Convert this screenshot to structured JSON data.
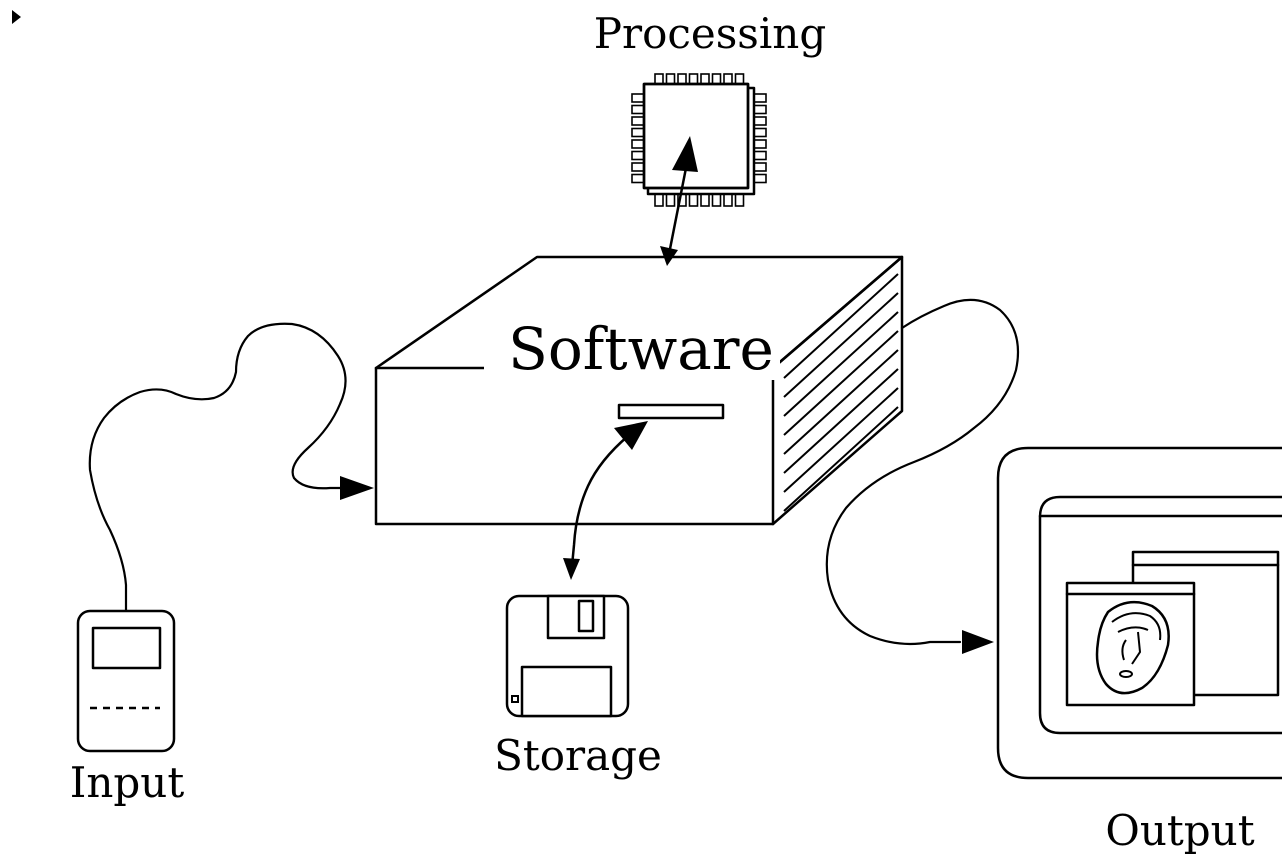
{
  "diagram": {
    "labels": {
      "processing": "Processing",
      "software": "Software",
      "storage": "Storage",
      "input": "Input",
      "output": "Output"
    },
    "icons": [
      "bullet-triangle-icon",
      "cpu-chip-icon",
      "computer-box-icon",
      "floppy-disk-icon",
      "handheld-device-icon",
      "monitor-window-icon",
      "face-drawing-icon"
    ],
    "connections": [
      {
        "from": "input",
        "to": "software",
        "kind": "cable",
        "arrow": "to"
      },
      {
        "from": "software",
        "to": "output",
        "kind": "cable",
        "arrow": "to"
      },
      {
        "from": "software",
        "to": "processing",
        "kind": "line",
        "arrow": "both"
      },
      {
        "from": "software",
        "to": "storage",
        "kind": "line",
        "arrow": "both"
      }
    ]
  }
}
